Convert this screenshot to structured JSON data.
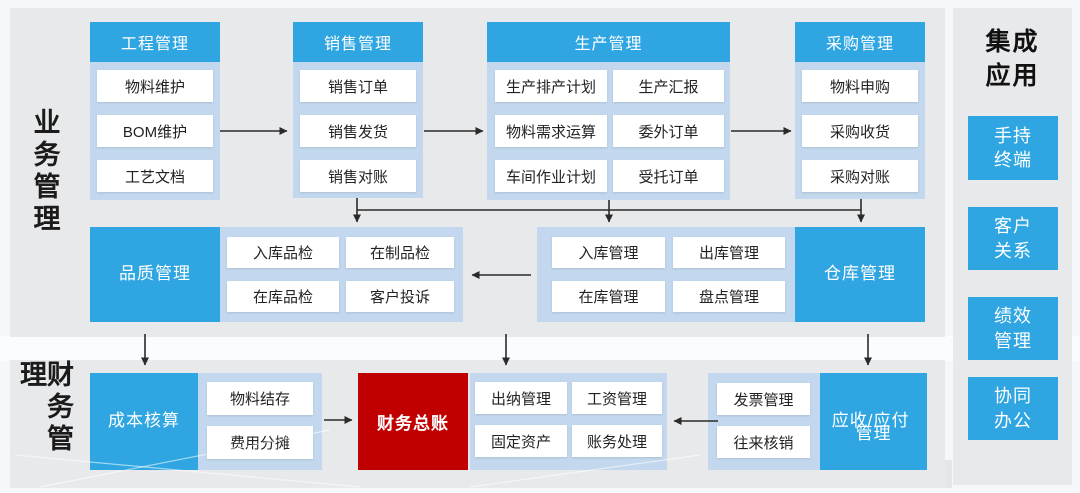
{
  "sections": {
    "business_label": "业务管理",
    "finance_label": "财务管理"
  },
  "colors": {
    "accent_blue": "#2fa6e2",
    "group_light_blue": "#c3d8ee",
    "ledger_red": "#c00000",
    "panel_gray": "#e8e9eb",
    "arrow_black": "#2b2b2b"
  },
  "business": {
    "columns": [
      {
        "header": "工程管理",
        "items": [
          "物料维护",
          "BOM维护",
          "工艺文档"
        ]
      },
      {
        "header": "销售管理",
        "items": [
          "销售订单",
          "销售发货",
          "销售对账"
        ]
      },
      {
        "header": "生产管理",
        "items": [
          "生产排产计划",
          "生产汇报",
          "物料需求运算",
          "委外订单",
          "车间作业计划",
          "受托订单"
        ]
      },
      {
        "header": "采购管理",
        "items": [
          "物料申购",
          "采购收货",
          "采购对账"
        ]
      }
    ],
    "quality": {
      "header": "品质管理",
      "items": [
        "入库品检",
        "在制品检",
        "在库品检",
        "客户投诉"
      ]
    },
    "warehouse": {
      "header": "仓库管理",
      "items": [
        "入库管理",
        "出库管理",
        "在库管理",
        "盘点管理"
      ]
    }
  },
  "finance": {
    "cost": {
      "header": "成本核算",
      "items": [
        "物料结存",
        "费用分摊"
      ]
    },
    "general_ledger": "财务总账",
    "accounting_items": [
      "出纳管理",
      "工资管理",
      "固定资产",
      "账务处理"
    ],
    "invoice_items": [
      "发票管理",
      "往来核销"
    ],
    "ar_ap": {
      "line1": "应收/应付",
      "line2": "管理"
    }
  },
  "integration": {
    "title_line1": "集成",
    "title_line2": "应用",
    "apps": [
      {
        "line1": "手持",
        "line2": "终端"
      },
      {
        "line1": "客户",
        "line2": "关系"
      },
      {
        "line1": "绩效",
        "line2": "管理"
      },
      {
        "line1": "协同",
        "line2": "办公"
      }
    ]
  }
}
